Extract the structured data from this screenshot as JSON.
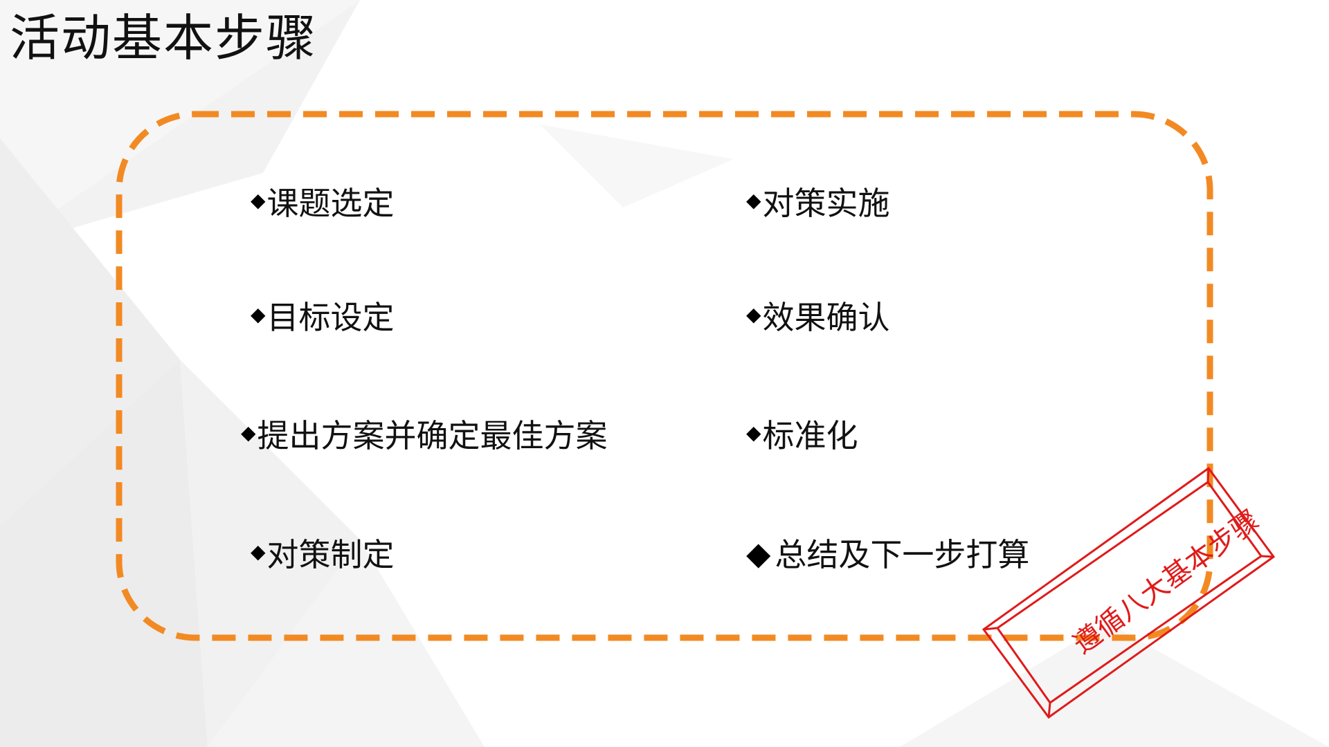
{
  "title": "活动基本步骤",
  "bullet_glyph": "◆",
  "steps_left": [
    {
      "label": "课题选定"
    },
    {
      "label": "目标设定"
    },
    {
      "label": "提出方案并确定最佳方案"
    },
    {
      "label": "对策制定"
    }
  ],
  "steps_right": [
    {
      "label": "对策实施"
    },
    {
      "label": "效果确认"
    },
    {
      "label": "标准化"
    },
    {
      "label": "总结及下一步打算"
    }
  ],
  "stamp": {
    "text": "遵循八大基本步骤",
    "color": "#e01a1a"
  },
  "colors": {
    "frame_accent": "#f28a23",
    "text": "#111111"
  }
}
